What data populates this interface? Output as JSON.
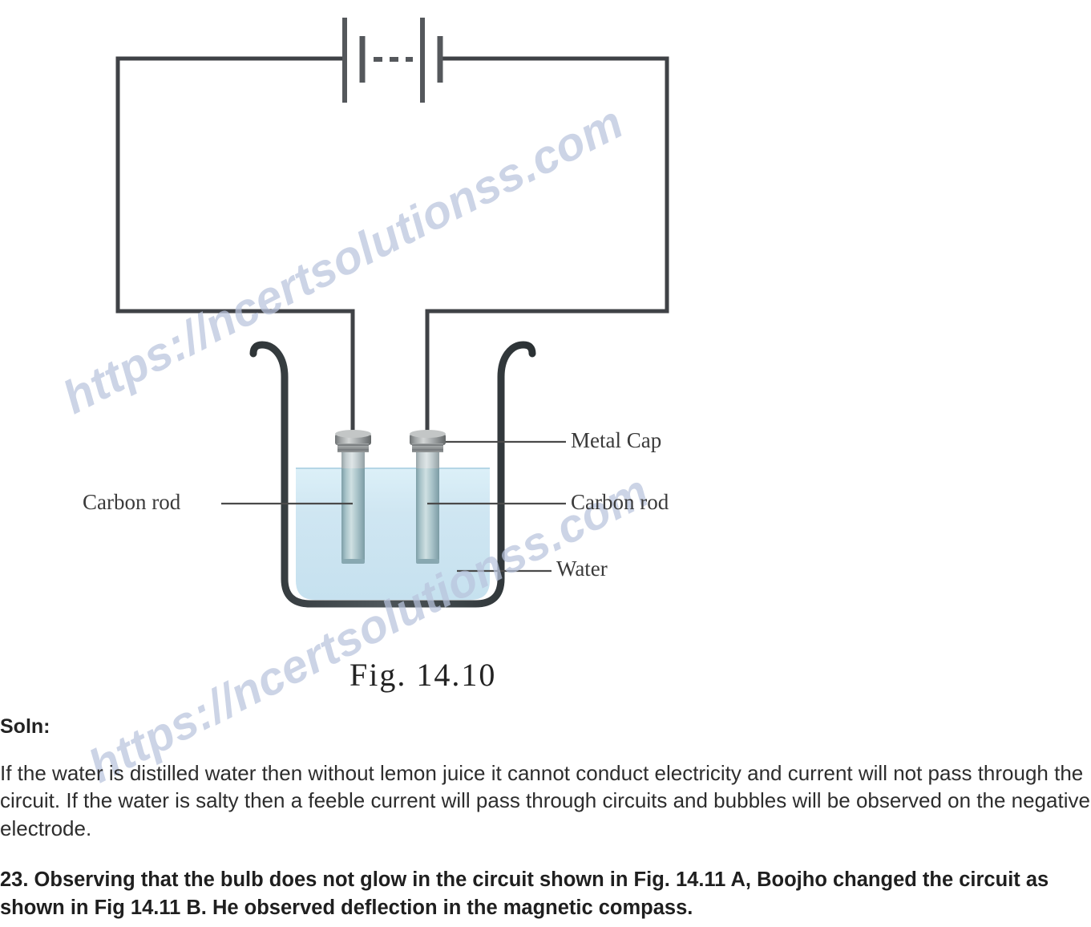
{
  "figure": {
    "caption": "Fig. 14.10",
    "labels": {
      "metal_cap": "Metal Cap",
      "carbon_rod_right": "Carbon rod",
      "carbon_rod_left": "Carbon rod",
      "water": "Water"
    },
    "colors": {
      "wire": "#3f4246",
      "beaker_glass": "#3d4347",
      "water_fill": "#cfe6f2",
      "water_top": "#dceef7",
      "rod_body": "#8fb0b8",
      "rod_highlight": "#cfe0e2",
      "cap_metal": "#9a9c9c",
      "leader_line": "#4a4a4a",
      "label_text": "#3a3a3a"
    },
    "components": {
      "battery": "battery-symbol",
      "beaker": "beaker",
      "electrodes": 2
    }
  },
  "watermark": {
    "text": "https://ncertsolutionss.com",
    "color": "#b9c4dd"
  },
  "content": {
    "soln_heading": "Soln:",
    "answer_paragraph": "If the water is distilled water then without lemon juice it cannot conduct electricity and current will not pass through the circuit. If the water is salty then a feeble current will pass through circuits and bubbles will be observed on the negative electrode.",
    "question_23": "23. Observing that the bulb does not glow in the circuit shown in Fig. 14.11 A, Boojho changed the circuit as shown in Fig 14.11 B. He observed deflection in the magnetic compass."
  }
}
